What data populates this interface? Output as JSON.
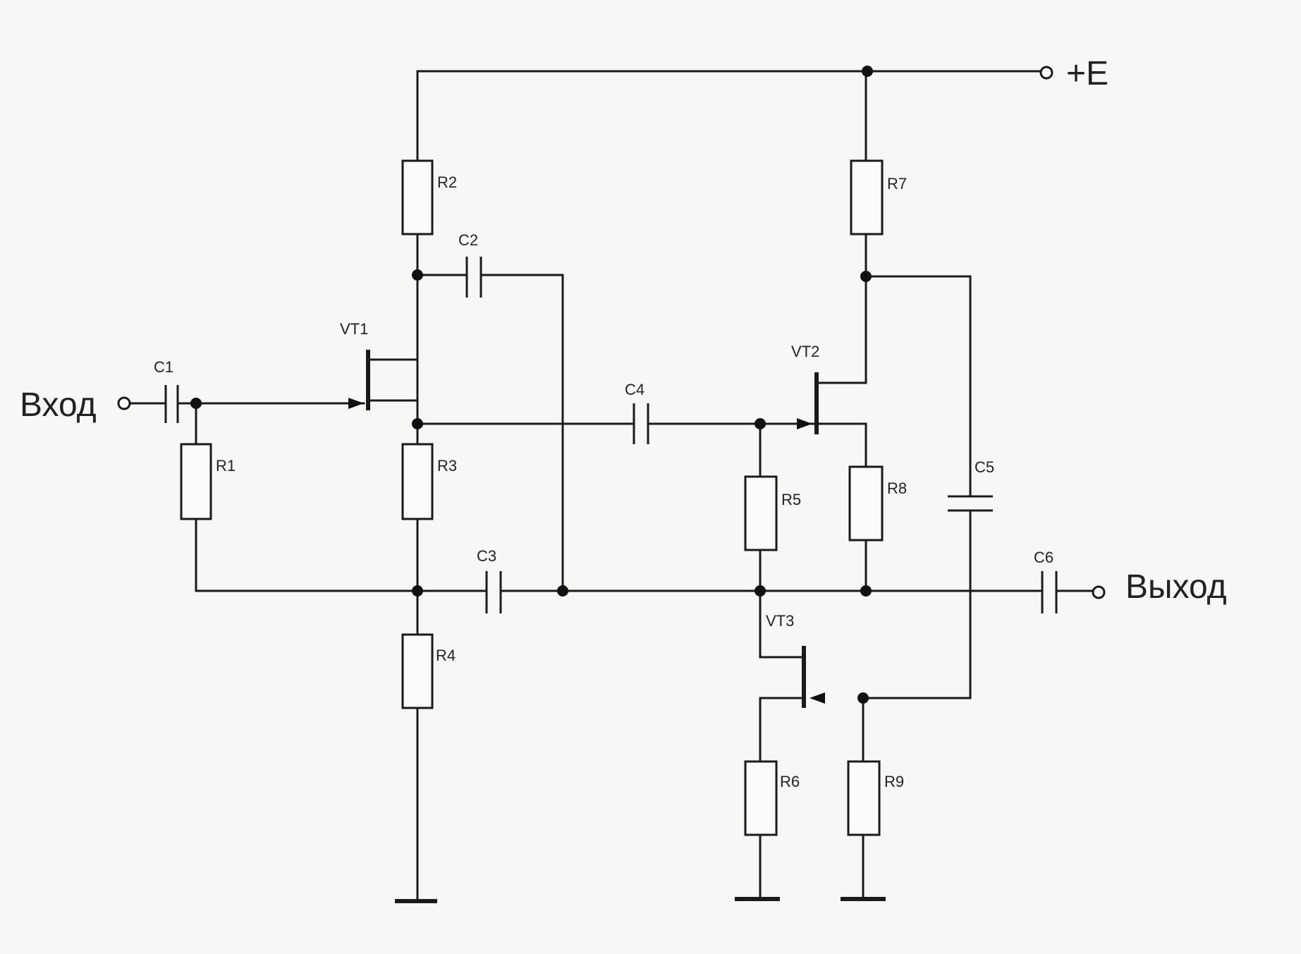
{
  "supply_label": "+E",
  "input_label": "Вход",
  "output_label": "Выход",
  "components": {
    "R1": "R1",
    "R2": "R2",
    "R3": "R3",
    "R4": "R4",
    "R5": "R5",
    "R6": "R6",
    "R7": "R7",
    "R8": "R8",
    "R9": "R9",
    "C1": "C1",
    "C2": "C2",
    "C3": "C3",
    "C4": "C4",
    "C5": "C5",
    "C6": "C6",
    "VT1": "VT1",
    "VT2": "VT2",
    "VT3": "VT3"
  }
}
